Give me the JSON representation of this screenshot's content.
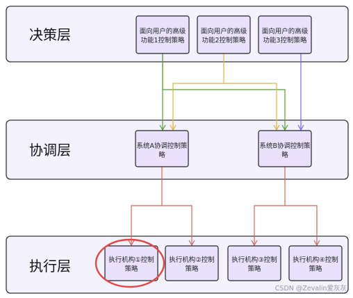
{
  "layers": {
    "decision": {
      "title": "决策层"
    },
    "coordination": {
      "title": "协调层"
    },
    "execution": {
      "title": "执行层"
    }
  },
  "nodes": {
    "func1": {
      "line1": "面向用户的高级",
      "line2": "功能1控制策略"
    },
    "func2": {
      "line1": "面向用户的高级",
      "line2": "功能2控制策略"
    },
    "func3": {
      "line1": "面向用户的高级",
      "line2": "功能3控制策略"
    },
    "sysA": {
      "line1": "系统A协调控制策",
      "line2": "略"
    },
    "sysB": {
      "line1": "系统B协调控制策",
      "line2": "略"
    },
    "exec1": {
      "line1": "执行机构①控制",
      "line2": "策略"
    },
    "exec2": {
      "line1": "执行机构②控制",
      "line2": "策略"
    },
    "exec3": {
      "line1": "执行机构③控制",
      "line2": "策略"
    },
    "exec4": {
      "line1": "执行机构④控制",
      "line2": "策略"
    }
  },
  "watermark": "CSDN @Zevalin爱灰灰",
  "colors": {
    "layer_fill": "#f4f2fd",
    "layer_stroke": "#333333",
    "node_fill": "#e9e2ff",
    "node_stroke": "#222222",
    "func1_edge": "#5b9a3c",
    "func2_edge": "#d9b44a",
    "func3_edge": "#7b68d8",
    "coord_edge": "#c9695b",
    "highlight": "#e04848"
  }
}
